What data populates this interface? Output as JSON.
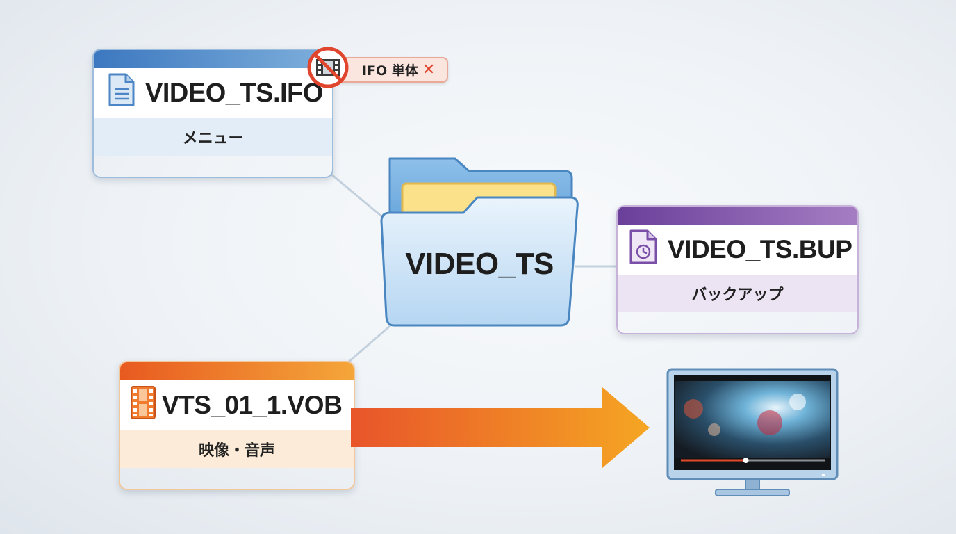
{
  "folder": {
    "label": "VIDEO_TS",
    "icon": "folder-icon"
  },
  "files": {
    "ifo": {
      "name": "VIDEO_TS.IFO",
      "role": "メニュー",
      "icon": "document-icon",
      "accent": "#3c78c0"
    },
    "bup": {
      "name": "VIDEO_TS.BUP",
      "role": "バックアップ",
      "icon": "backup-document-icon",
      "accent": "#6a3f9a"
    },
    "vob": {
      "name": "VTS_01_1.VOB",
      "role": "映像・音声",
      "icon": "film-strip-icon",
      "accent": "#e85a20"
    }
  },
  "ifo_warning": {
    "text": "IFO 単体",
    "mark": "✕",
    "icon": "no-film-icon",
    "color": "#e0452e"
  },
  "playback": {
    "icon": "monitor-icon",
    "progress": 0.45
  }
}
